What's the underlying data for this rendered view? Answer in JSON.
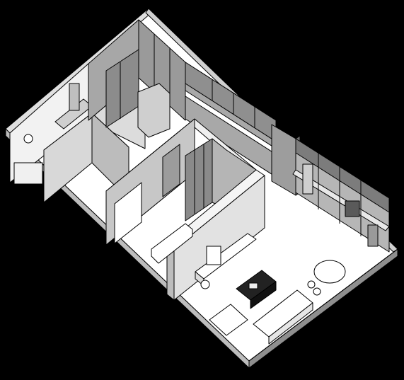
{
  "image": {
    "kind": "isometric-floor-plan",
    "background": "#000000"
  },
  "colors": {
    "floor": "#ffffff",
    "wall_light": "#e6e6e6",
    "wall_mid": "#c8c8c8",
    "wall_dark": "#9e9e9e",
    "wall_darker": "#7d7d7d",
    "outline": "#000000"
  },
  "rooms": [
    {
      "id": "bathroom"
    },
    {
      "id": "bedroom"
    },
    {
      "id": "walk-in-closet"
    },
    {
      "id": "hallway"
    },
    {
      "id": "living-room"
    },
    {
      "id": "kitchen"
    }
  ],
  "furniture": [
    {
      "id": "bed"
    },
    {
      "id": "tv-console"
    },
    {
      "id": "sofa"
    },
    {
      "id": "armchair"
    },
    {
      "id": "coffee-table"
    },
    {
      "id": "round-dining-table"
    },
    {
      "id": "kitchen-counter"
    },
    {
      "id": "refrigerator"
    },
    {
      "id": "wardrobe"
    },
    {
      "id": "bathroom-vanity"
    },
    {
      "id": "plant"
    }
  ]
}
